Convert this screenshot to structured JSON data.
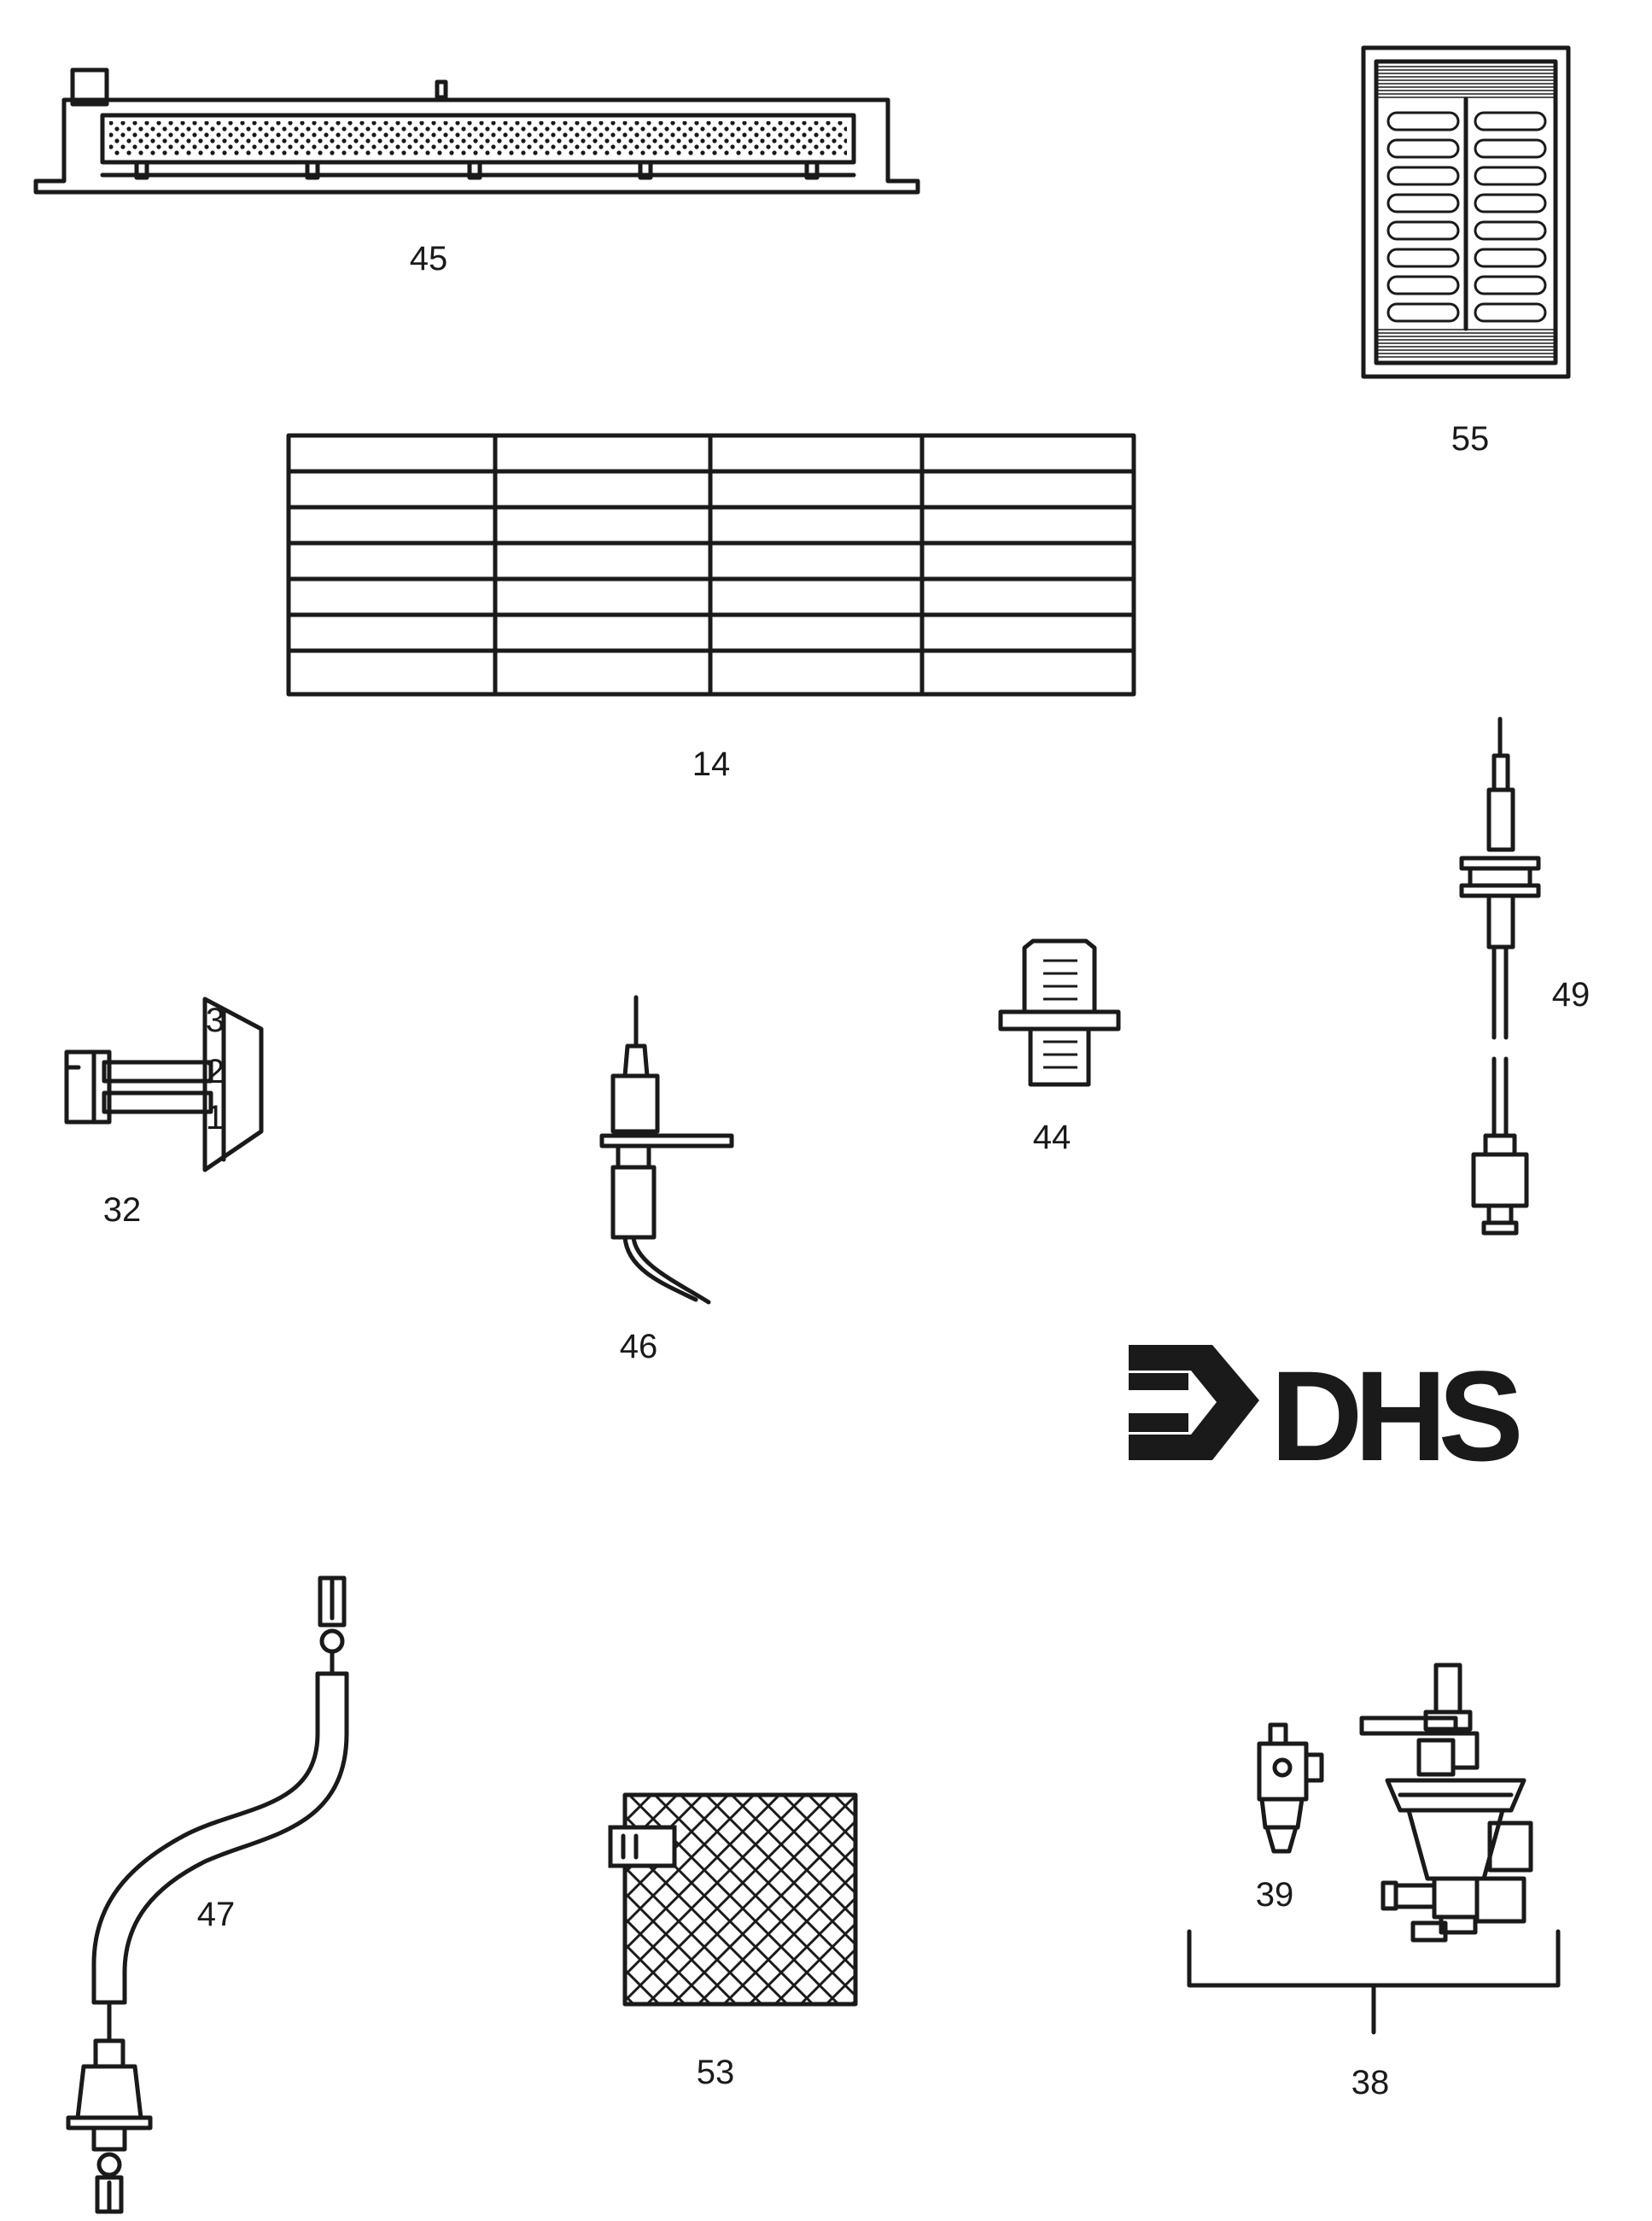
{
  "parts": [
    {
      "id": "45",
      "label": "45"
    },
    {
      "id": "55",
      "label": "55"
    },
    {
      "id": "14",
      "label": "14"
    },
    {
      "id": "49",
      "label": "49"
    },
    {
      "id": "32",
      "label": "32"
    },
    {
      "id": "46",
      "label": "46"
    },
    {
      "id": "44",
      "label": "44"
    },
    {
      "id": "47",
      "label": "47"
    },
    {
      "id": "53",
      "label": "53"
    },
    {
      "id": "39",
      "label": "39"
    },
    {
      "id": "38",
      "label": "38"
    }
  ],
  "terminal_block_marks": [
    "3",
    "2",
    "1"
  ],
  "logo": {
    "text": "DHS",
    "icon": "arrow-logo-icon"
  },
  "colors": {
    "ink": "#1a1a1a",
    "paper": "#ffffff"
  }
}
